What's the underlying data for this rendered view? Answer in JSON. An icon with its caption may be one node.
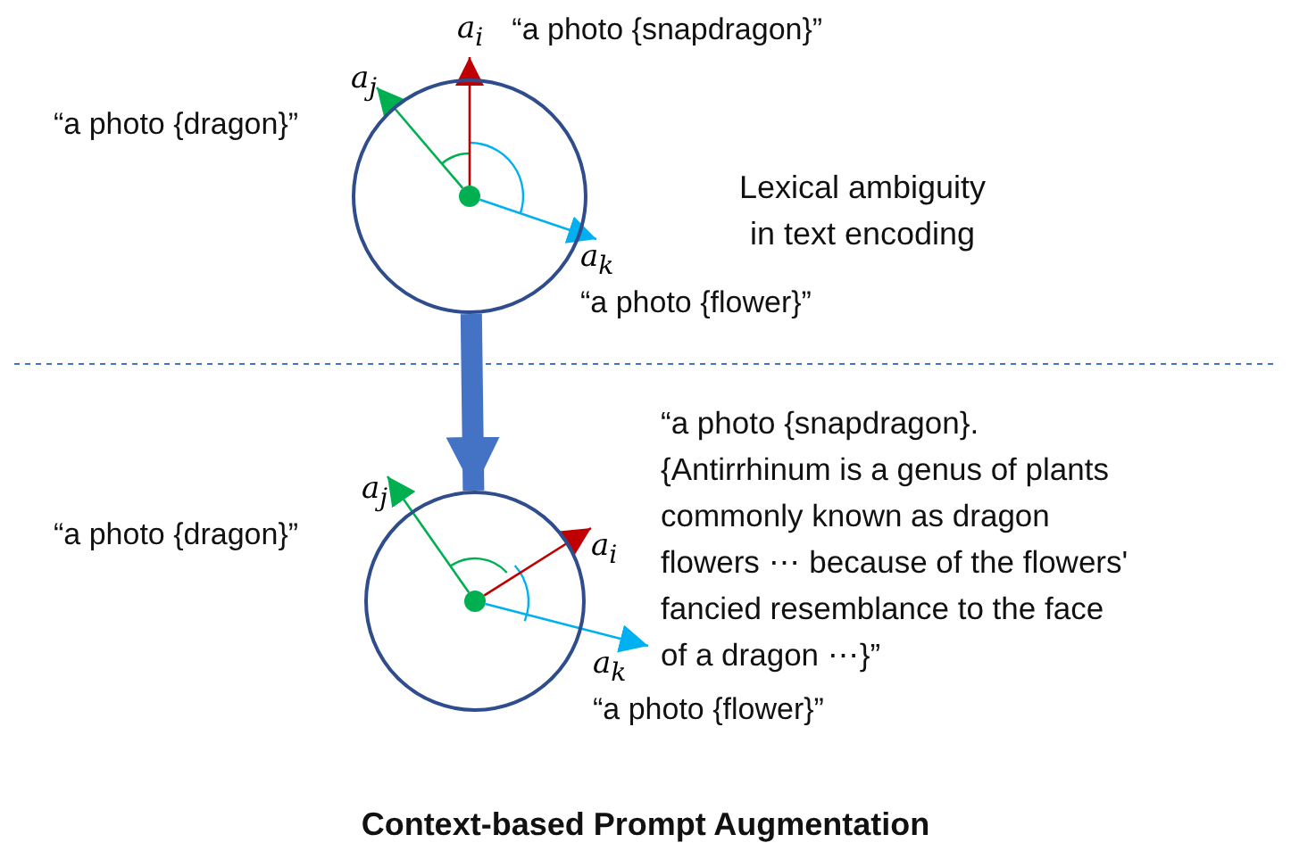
{
  "diagram": {
    "caption": "Context-based Prompt Augmentation",
    "nodes": [
      {
        "text": [],
        "shape": "circle"
      },
      {
        "text": [],
        "shape": "circle",
        "in": 0
      },
      {
        "text": [
          "a$_{i}$",
          "“a photo {snapdragon}”"
        ]
      },
      {
        "text": [
          "a$_{j}$",
          "“a photo {dragon}”"
        ]
      },
      {
        "text": [
          "a$_{k}$",
          "“a photo {flower}”"
        ]
      },
      {
        "text": [],
        "shape": "circle"
      },
      {
        "text": [],
        "shape": "circle",
        "in": 5
      },
      {
        "text": [
          "a$_{j}$",
          "“a photo {dragon}”"
        ]
      },
      {
        "text": [
          "a$_{i}$"
        ]
      },
      {
        "text": [
          "a$_{k}$",
          "“a photo {flower}”"
        ]
      }
    ],
    "edges": [
      {
        "from": 1,
        "to": 2,
        "arrow": "to",
        "color": "#c00000"
      },
      {
        "from": 1,
        "to": 3,
        "arrow": "to",
        "color": "#00b050"
      },
      {
        "from": 1,
        "to": 4,
        "arrow": "to",
        "color": "#00b0f0"
      },
      {
        "from": 0,
        "to": 5,
        "arrow": "to",
        "style": "thick",
        "color": "#4472c4"
      },
      {
        "from": 6,
        "to": 7,
        "arrow": "to",
        "color": "#00b050"
      },
      {
        "from": 6,
        "to": 8,
        "arrow": "to",
        "color": "#c00000"
      },
      {
        "from": 6,
        "to": 9,
        "arrow": "to",
        "color": "#00b0f0"
      }
    ],
    "labels": [
      "Lexical ambiguity in text encoding",
      "“a photo {snapdragon}. {Antirrhinum is a genus of plants commonly known as dragon flowers ⋯ because of the flowers' fancied resemblance to the face of a dragon ⋯}”"
    ]
  }
}
